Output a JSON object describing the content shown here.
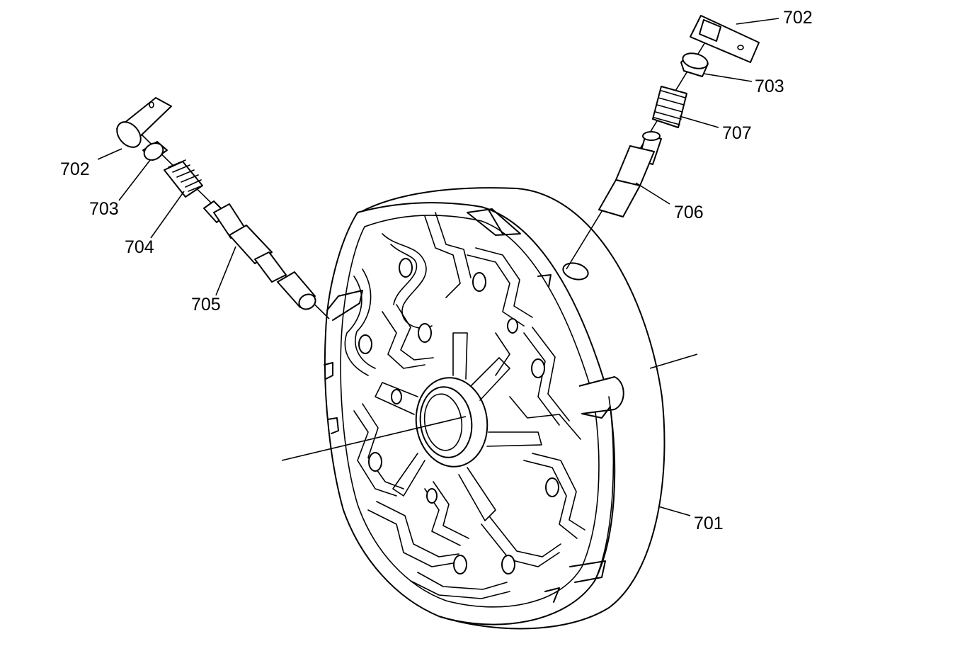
{
  "callouts": {
    "c702_left": "702",
    "c703_left": "703",
    "c704": "704",
    "c705": "705",
    "c702_right": "702",
    "c703_right": "703",
    "c707": "707",
    "c706": "706",
    "c701": "701"
  },
  "colors": {
    "line": "#000000",
    "background": "#ffffff"
  }
}
